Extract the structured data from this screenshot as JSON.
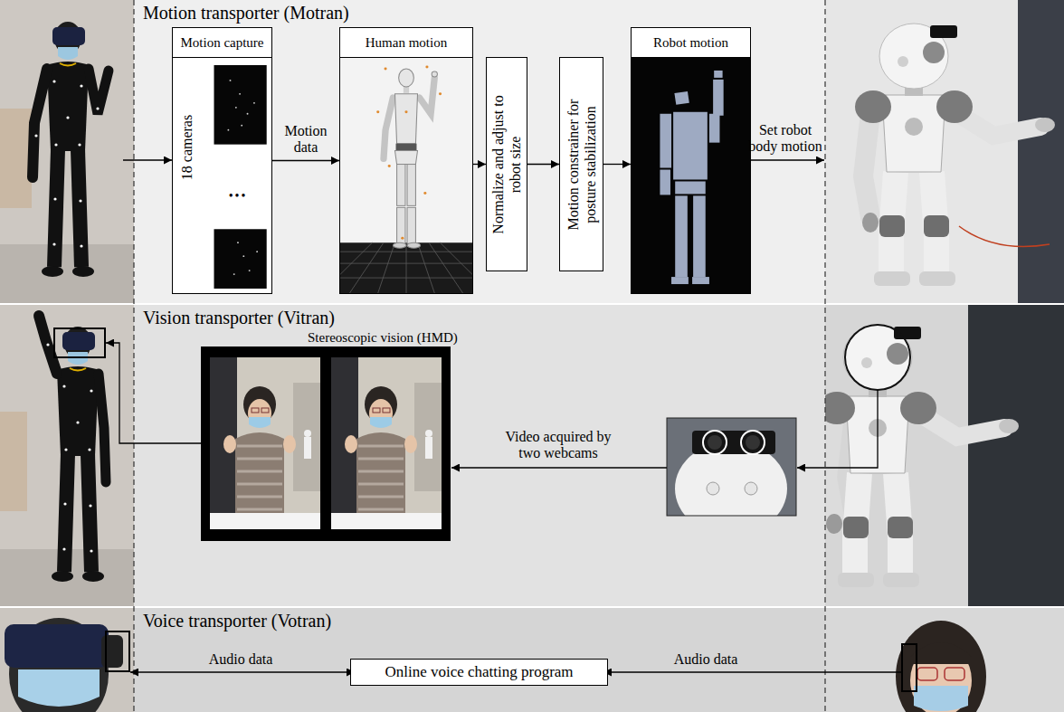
{
  "diagram": {
    "nodes": [
      {
        "text": [
          "Motion transporter (Motran)"
        ]
      },
      {
        "text": [
          "Motion capture",
          "18 cameras",
          "•••"
        ],
        "in": 0
      },
      {
        "text": [
          "Human motion"
        ],
        "in": 0
      },
      {
        "text": [
          "Normalize and adjust to robot size"
        ],
        "in": 0
      },
      {
        "text": [
          "Motion constrainer for posture stabilization"
        ],
        "in": 0
      },
      {
        "text": [
          "Robot motion"
        ],
        "in": 0
      },
      {
        "text": [
          "Vision transporter (Vitran)"
        ]
      },
      {
        "text": [
          "Stereoscopic vision (HMD)"
        ],
        "in": 6
      },
      {
        "text": [
          "Voice transporter (Votran)"
        ]
      },
      {
        "text": [
          "Online voice chatting program"
        ],
        "in": 8
      }
    ],
    "edges": [
      {
        "from": 1,
        "to": 2,
        "label": "Motion data",
        "arrow": "to"
      },
      {
        "from": 2,
        "to": 3,
        "arrow": "to"
      },
      {
        "from": 3,
        "to": 4,
        "arrow": "to"
      },
      {
        "from": 4,
        "to": 5,
        "arrow": "to"
      }
    ],
    "labels": [
      "Set robot body motion",
      "Video acquired by two webcams",
      "Audio data",
      "Audio data"
    ]
  }
}
